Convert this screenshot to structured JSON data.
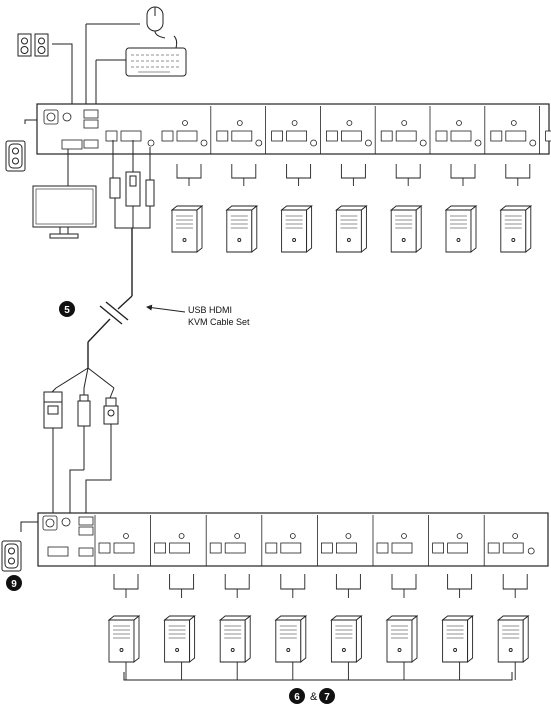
{
  "callout": {
    "line1": "USB HDMI",
    "line2": "KVM Cable Set"
  },
  "steps": {
    "cable_step": "5",
    "power_step": "9",
    "computer_step_a": "6",
    "connector": "&",
    "computer_step_b": "7"
  },
  "top_switch": {
    "port_count": 8
  },
  "bottom_switch": {
    "port_count": 8
  },
  "colors": {
    "line": "#222222",
    "panel": "#ffffff",
    "badge": "#111111"
  }
}
